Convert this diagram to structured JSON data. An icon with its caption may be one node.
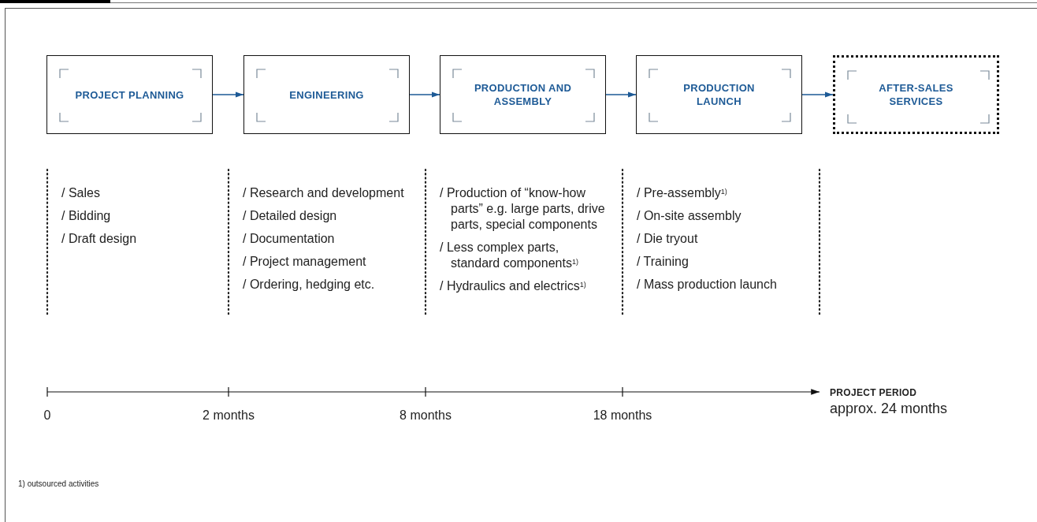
{
  "diagram": {
    "nodes": [
      {
        "text": [
          "PROJECT PLANNING"
        ]
      },
      {
        "text": [
          "ENGINEERING"
        ]
      },
      {
        "text": [
          "PRODUCTION AND ASSEMBLY"
        ]
      },
      {
        "text": [
          "PRODUCTION LAUNCH"
        ]
      },
      {
        "text": [
          "AFTER-SALES SERVICES"
        ]
      }
    ],
    "edges": [
      {
        "from": 0,
        "to": 1,
        "arrow": "to"
      },
      {
        "from": 1,
        "to": 2,
        "arrow": "to"
      },
      {
        "from": 2,
        "to": 3,
        "arrow": "to"
      },
      {
        "from": 3,
        "to": 4,
        "arrow": "to"
      }
    ],
    "labels": [
      "/ Sales",
      "/ Bidding",
      "/ Draft design",
      "/ Research and development",
      "/ Detailed design",
      "/ Documentation",
      "/ Project management",
      "/ Ordering, hedging etc.",
      "/ Production of “know-how parts” e.g. large parts, drive parts, special components",
      "/ Less complex parts, standard components$^{1)}$",
      "/ Hydraulics and electrics$^{1)}$",
      "/ Pre-assembly$^{1)}$",
      "/ On-site assembly",
      "/ Die tryout",
      "/ Training",
      "/ Mass production launch",
      "0",
      "2 months",
      "8 months",
      "18 months",
      "PROJECT PERIOD",
      "approx. 24 months",
      "1) outsourced activities"
    ]
  }
}
